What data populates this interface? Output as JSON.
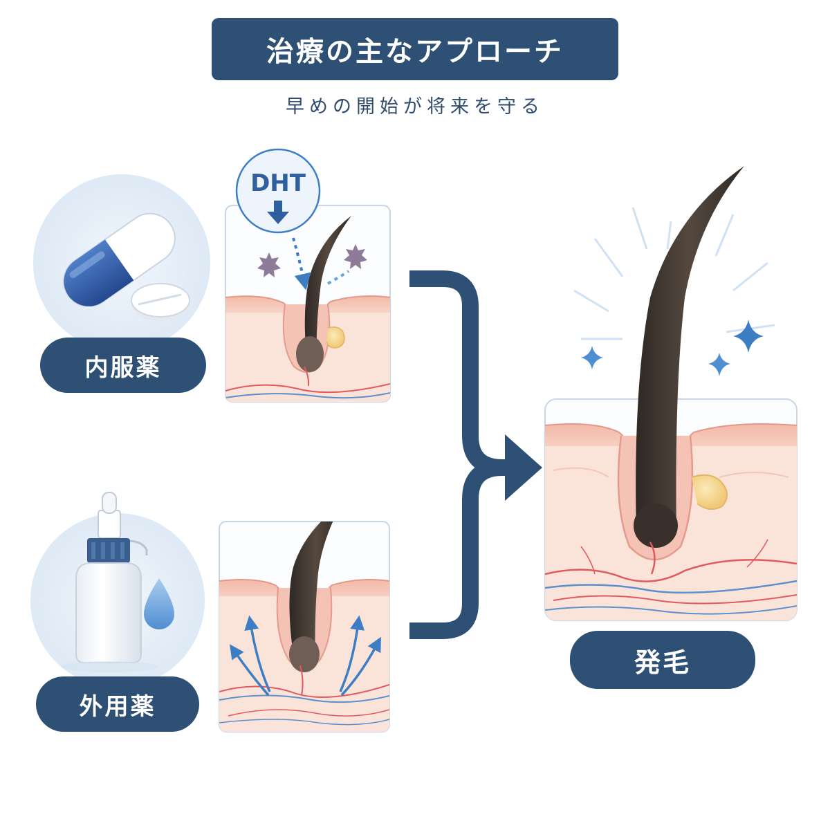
{
  "header": {
    "title": "治療の主なアプローチ",
    "subtitle": "早めの開始が将来を守る"
  },
  "oral": {
    "label": "内服薬",
    "badge": "DHT"
  },
  "topical": {
    "label": "外用薬"
  },
  "result": {
    "label": "発毛"
  },
  "colors": {
    "navy": "#2f5075",
    "skin": "#f7d9cd",
    "hair": "#3f3630",
    "artery": "#e0595f",
    "vein": "#5b8fcf",
    "sebaceous": "#f6d99a",
    "accent_blue": "#3d7dc4"
  }
}
